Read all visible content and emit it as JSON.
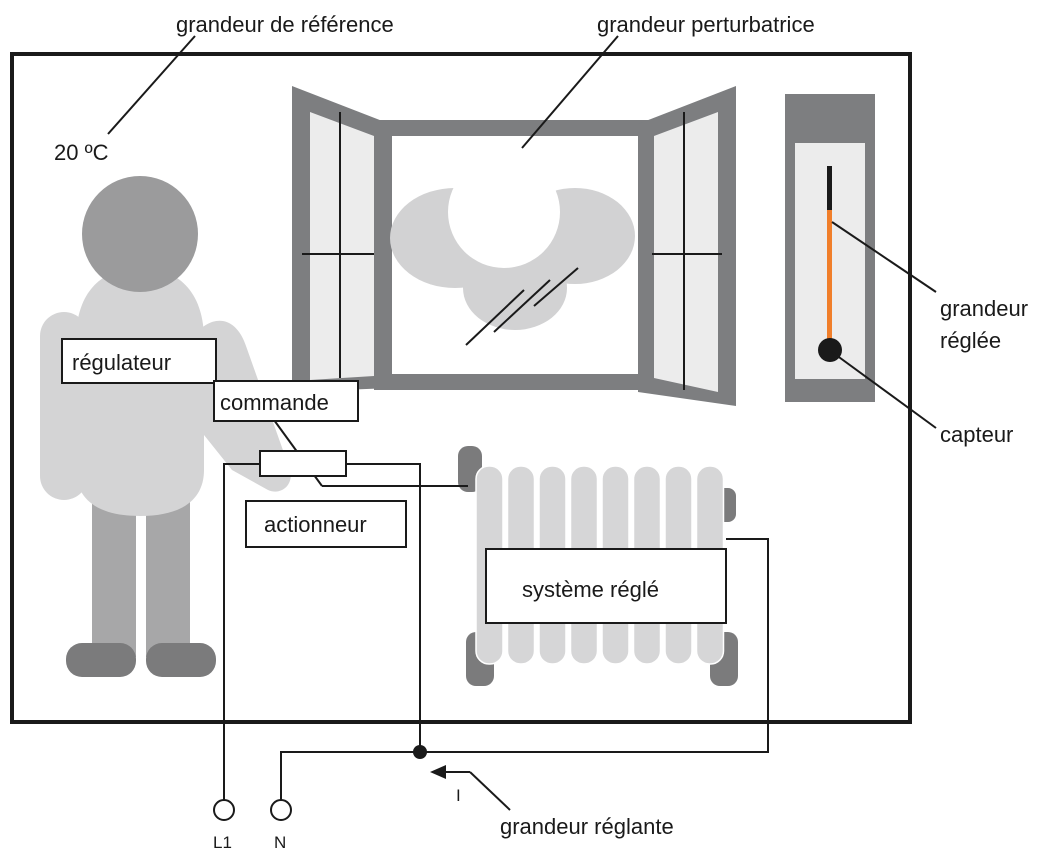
{
  "labels": {
    "reference": "grandeur de référence",
    "setpoint": "20 ºC",
    "disturbance": "grandeur perturbatrice",
    "controlled_1": "grandeur",
    "controlled_2": "réglée",
    "sensor": "capteur",
    "controller": "régulateur",
    "command": "commande",
    "actuator": "actionneur",
    "system": "système réglé",
    "manipulated": "grandeur réglante",
    "current": "I",
    "terminal_l1": "L1",
    "terminal_n": "N"
  },
  "colors": {
    "frame": "#1a1a1a",
    "person_head": "#9b9b9c",
    "person_body": "#d4d4d5",
    "person_legs": "#a7a7a8",
    "person_feet": "#7b7b7c",
    "window_frame": "#7d7e80",
    "glass": "#ececec",
    "cloud": "#d2d2d3",
    "thermometer_case": "#7d7e80",
    "thermometer_panel": "#ececec",
    "mercury": "#f07e2a",
    "radiator_fin": "#d6d6d7",
    "radiator_dark": "#7b7b7c"
  }
}
